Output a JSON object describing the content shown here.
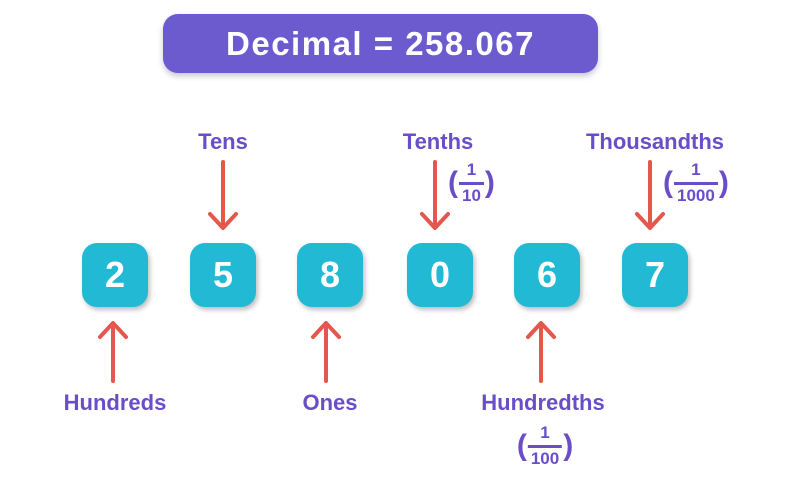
{
  "header": {
    "title": "Decimal = 258.067"
  },
  "symbols": {
    "open_paren": "(",
    "close_paren": ")"
  },
  "colors": {
    "header_bg": "#6c5acf",
    "header_text": "#ffffff",
    "tile_bg": "#22b9d5",
    "tile_text": "#ffffff",
    "label_text": "#6a4ec9",
    "arrow": "#e4574d",
    "background": "#ffffff"
  },
  "digits": [
    {
      "value": "2",
      "place": "Hundreds",
      "label_position": "bottom"
    },
    {
      "value": "5",
      "place": "Tens",
      "label_position": "top"
    },
    {
      "value": "8",
      "place": "Ones",
      "label_position": "bottom"
    },
    {
      "value": "0",
      "place": "Tenths",
      "label_position": "top",
      "fraction": {
        "numerator": "1",
        "denominator": "10"
      }
    },
    {
      "value": "6",
      "place": "Hundredths",
      "label_position": "bottom",
      "fraction": {
        "numerator": "1",
        "denominator": "100"
      }
    },
    {
      "value": "7",
      "place": "Thousandths",
      "label_position": "top",
      "fraction": {
        "numerator": "1",
        "denominator": "1000"
      }
    }
  ]
}
